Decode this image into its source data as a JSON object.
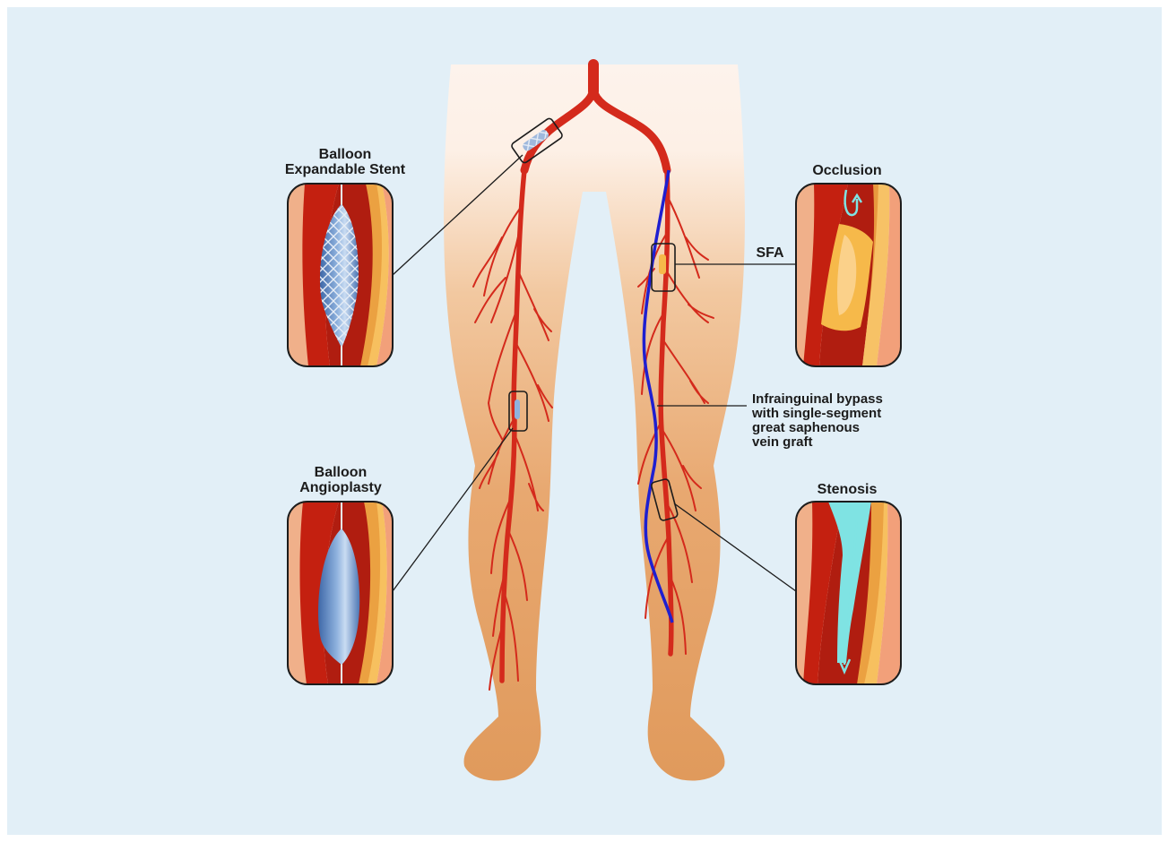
{
  "labels": {
    "balloon_expandable_stent_line1": "Balloon",
    "balloon_expandable_stent_line2": "Expandable Stent",
    "occlusion": "Occlusion",
    "sfa": "SFA",
    "balloon_angioplasty_line1": "Balloon",
    "balloon_angioplasty_line2": "Angioplasty",
    "stenosis": "Stenosis",
    "bypass_line1": "Infrainguinal bypass",
    "bypass_line2": "with single-segment",
    "bypass_line3": "great saphenous",
    "bypass_line4": "vein graft"
  },
  "colors": {
    "background": "#e2eff7",
    "skin": "#e8a870",
    "artery": "#d42a1c",
    "vein_graft": "#1f1fd0",
    "balloon": "#6e95c8",
    "plaque": "#f6b94a",
    "flow_arrow": "#7fe3e3"
  }
}
